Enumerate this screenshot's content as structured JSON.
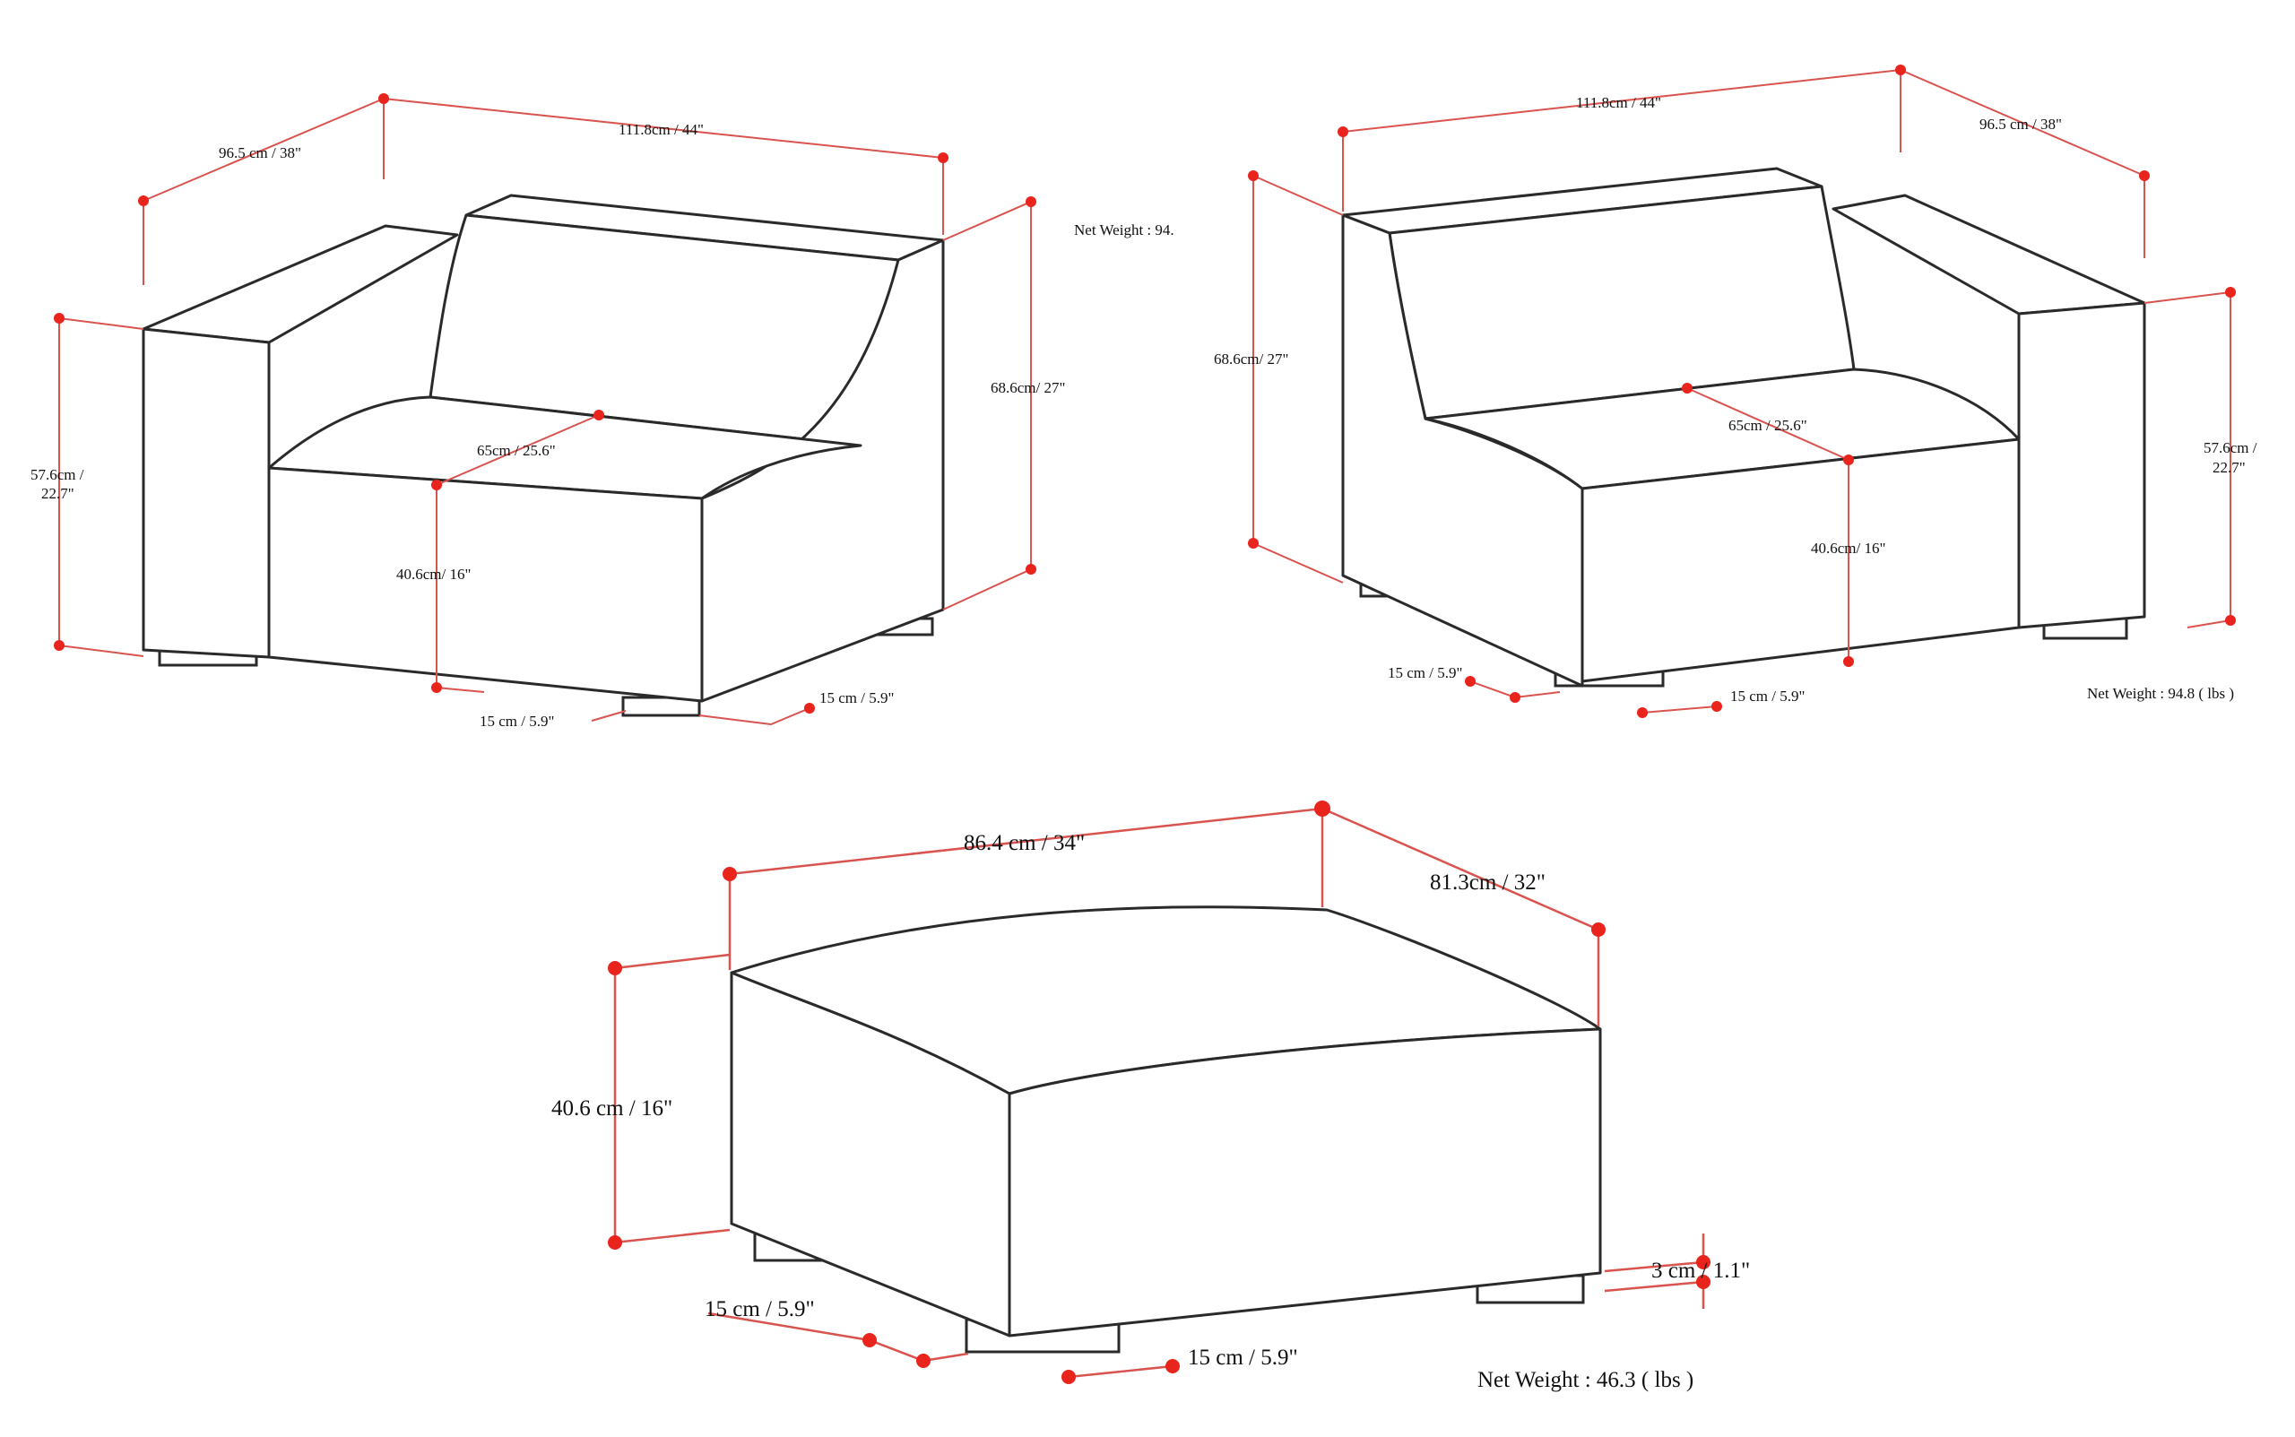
{
  "colors": {
    "outline": "#2a2a2a",
    "dimension": "#d9534f",
    "marker": "#e8241c",
    "background": "#ffffff"
  },
  "left_chair": {
    "depth": "96.5 cm / 38\"",
    "width": "111.8cm / 44\"",
    "net_weight": "Net Weight : 94.",
    "back_height": "68.6cm/ 27\"",
    "arm_height_line1": "57.6cm /",
    "arm_height_line2": "22.7\"",
    "seat_depth": "65cm / 25.6\"",
    "seat_height": "40.6cm/ 16\"",
    "leg_a": "15 cm / 5.9\"",
    "leg_b": "15 cm / 5.9\""
  },
  "right_chair": {
    "width": "111.8cm / 44\"",
    "depth": "96.5 cm / 38\"",
    "back_height": "68.6cm/ 27\"",
    "seat_depth": "65cm / 25.6\"",
    "arm_height_line1": "57.6cm /",
    "arm_height_line2": "22.7\"",
    "seat_height": "40.6cm/ 16\"",
    "leg_a": "15 cm / 5.9\"",
    "leg_b": "15 cm / 5.9\"",
    "net_weight": "Net Weight : 94.8 ( lbs )"
  },
  "ottoman": {
    "width": "86.4 cm / 34\"",
    "depth": "81.3cm / 32\"",
    "height": "40.6 cm / 16\"",
    "leg_height": "3 cm / 1.1\"",
    "leg_a": "15 cm / 5.9\"",
    "leg_b": "15 cm / 5.9\"",
    "net_weight": "Net Weight : 46.3 ( lbs )"
  }
}
